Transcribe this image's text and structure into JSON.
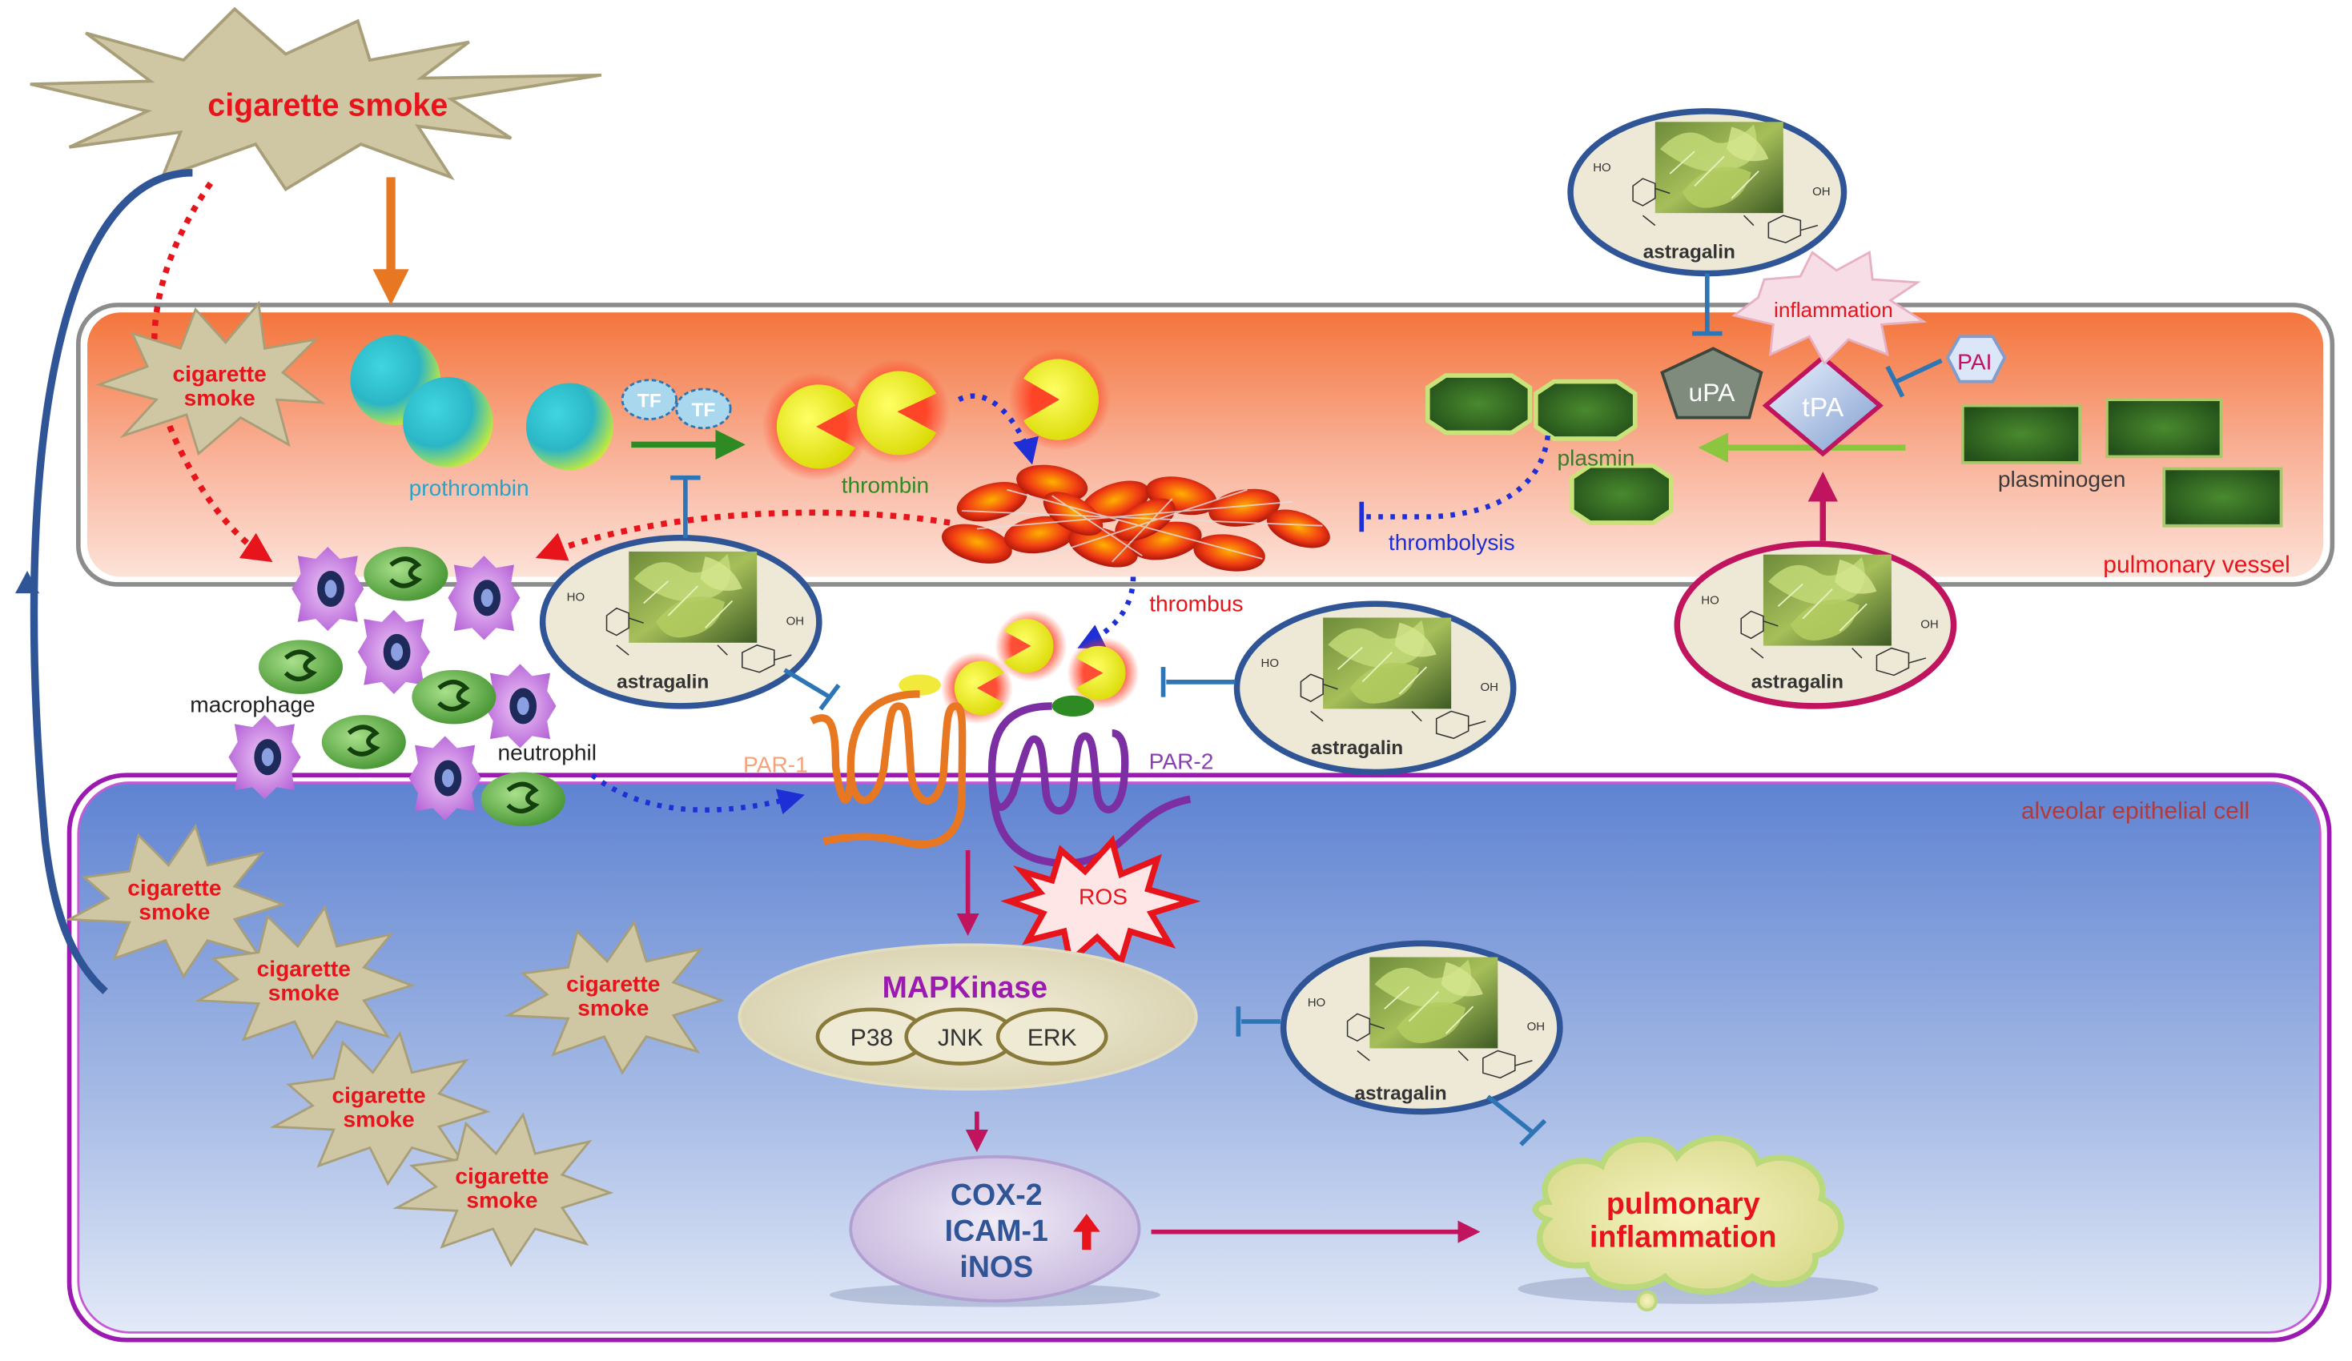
{
  "smoke": {
    "main": "cigarette smoke",
    "line1": "cigarette",
    "line2": "smoke"
  },
  "vessel": {
    "label": "pulmonary vessel",
    "prothrombin": "prothrombin",
    "tf": "TF",
    "thrombin": "thrombin",
    "thrombus": "thrombus",
    "thrombolysis": "thrombolysis",
    "plasmin": "plasmin",
    "plasminogen": "plasminogen",
    "upa": "uPA",
    "tpa": "tPA",
    "pai": "PAI",
    "inflammation": "inflammation"
  },
  "cells": {
    "macrophage": "macrophage",
    "neutrophil": "neutrophil"
  },
  "receptors": {
    "par1": "PAR-1",
    "par2": "PAR-2"
  },
  "epithelial": {
    "label": "alveolar epithelial cell",
    "ros": "ROS",
    "mapk_title": "MAPKinase",
    "p38": "P38",
    "jnk": "JNK",
    "erk": "ERK",
    "cox2": "COX-2",
    "icam1": "ICAM-1",
    "inos": "iNOS",
    "pulm_line1": "pulmonary",
    "pulm_line2": "inflammation"
  },
  "astragalin": {
    "label": "astragalin",
    "ho": "HO",
    "oh": "OH"
  },
  "colors": {
    "smoke_fill": "#cfc6a4",
    "smoke_text": "#e8141c",
    "vessel_fill": "#f7b7a0",
    "epithelial_fill": "#8ea8dc",
    "astragalin_border": "#2f5597",
    "astragalin_border_pink": "#c0145f",
    "plasmin_green": "#3f7a2b",
    "mapk_purple": "#9b1bb0",
    "inhibition_blue": "#2e75b6"
  }
}
